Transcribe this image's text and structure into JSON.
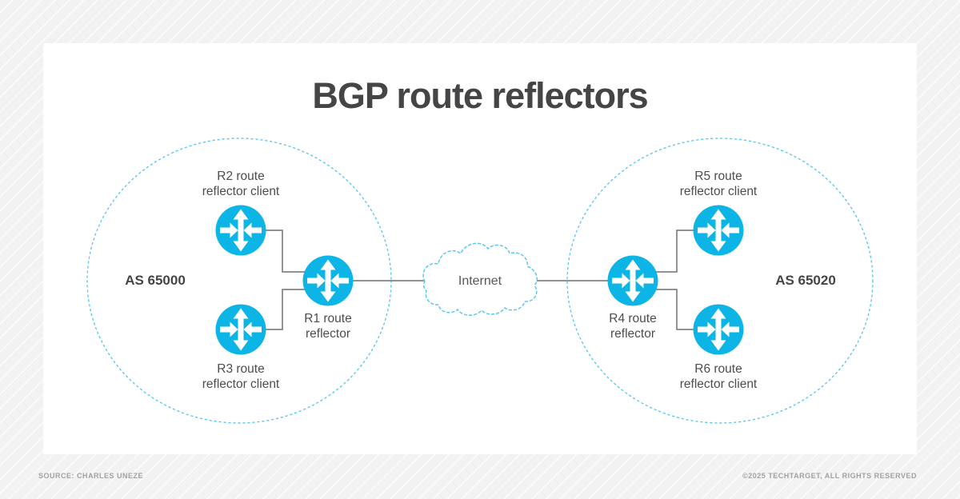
{
  "title": "BGP route reflectors",
  "diagram": {
    "as_left_label": "AS 65000",
    "as_right_label": "AS 65020",
    "internet_label": "Internet",
    "nodes": {
      "r2": {
        "line1": "R2 route",
        "line2": "reflector client"
      },
      "r3": {
        "line1": "R3 route",
        "line2": "reflector client"
      },
      "r1": {
        "line1": "R1 route",
        "line2": "reflector"
      },
      "r4": {
        "line1": "R4 route",
        "line2": "reflector"
      },
      "r5": {
        "line1": "R5 route",
        "line2": "reflector client"
      },
      "r6": {
        "line1": "R6 route",
        "line2": "reflector client"
      }
    },
    "icons": {
      "router": "router-icon (circle with four arrows)",
      "cloud": "internet-cloud-icon (dashed cloud outline)"
    }
  },
  "colors": {
    "router_fill": "#0db4e6",
    "dashed_outline": "#5ac8f0",
    "connector_line": "#828284",
    "label_text": "#4d4d4f",
    "title_text": "#454547",
    "footer_text": "#a1a1a3",
    "card_background": "#ffffff",
    "page_background": "#f2f2f3"
  },
  "footer": {
    "source": "SOURCE: CHARLES UNEZE",
    "copyright": "©2025 TECHTARGET, ALL RIGHTS RESERVED"
  }
}
